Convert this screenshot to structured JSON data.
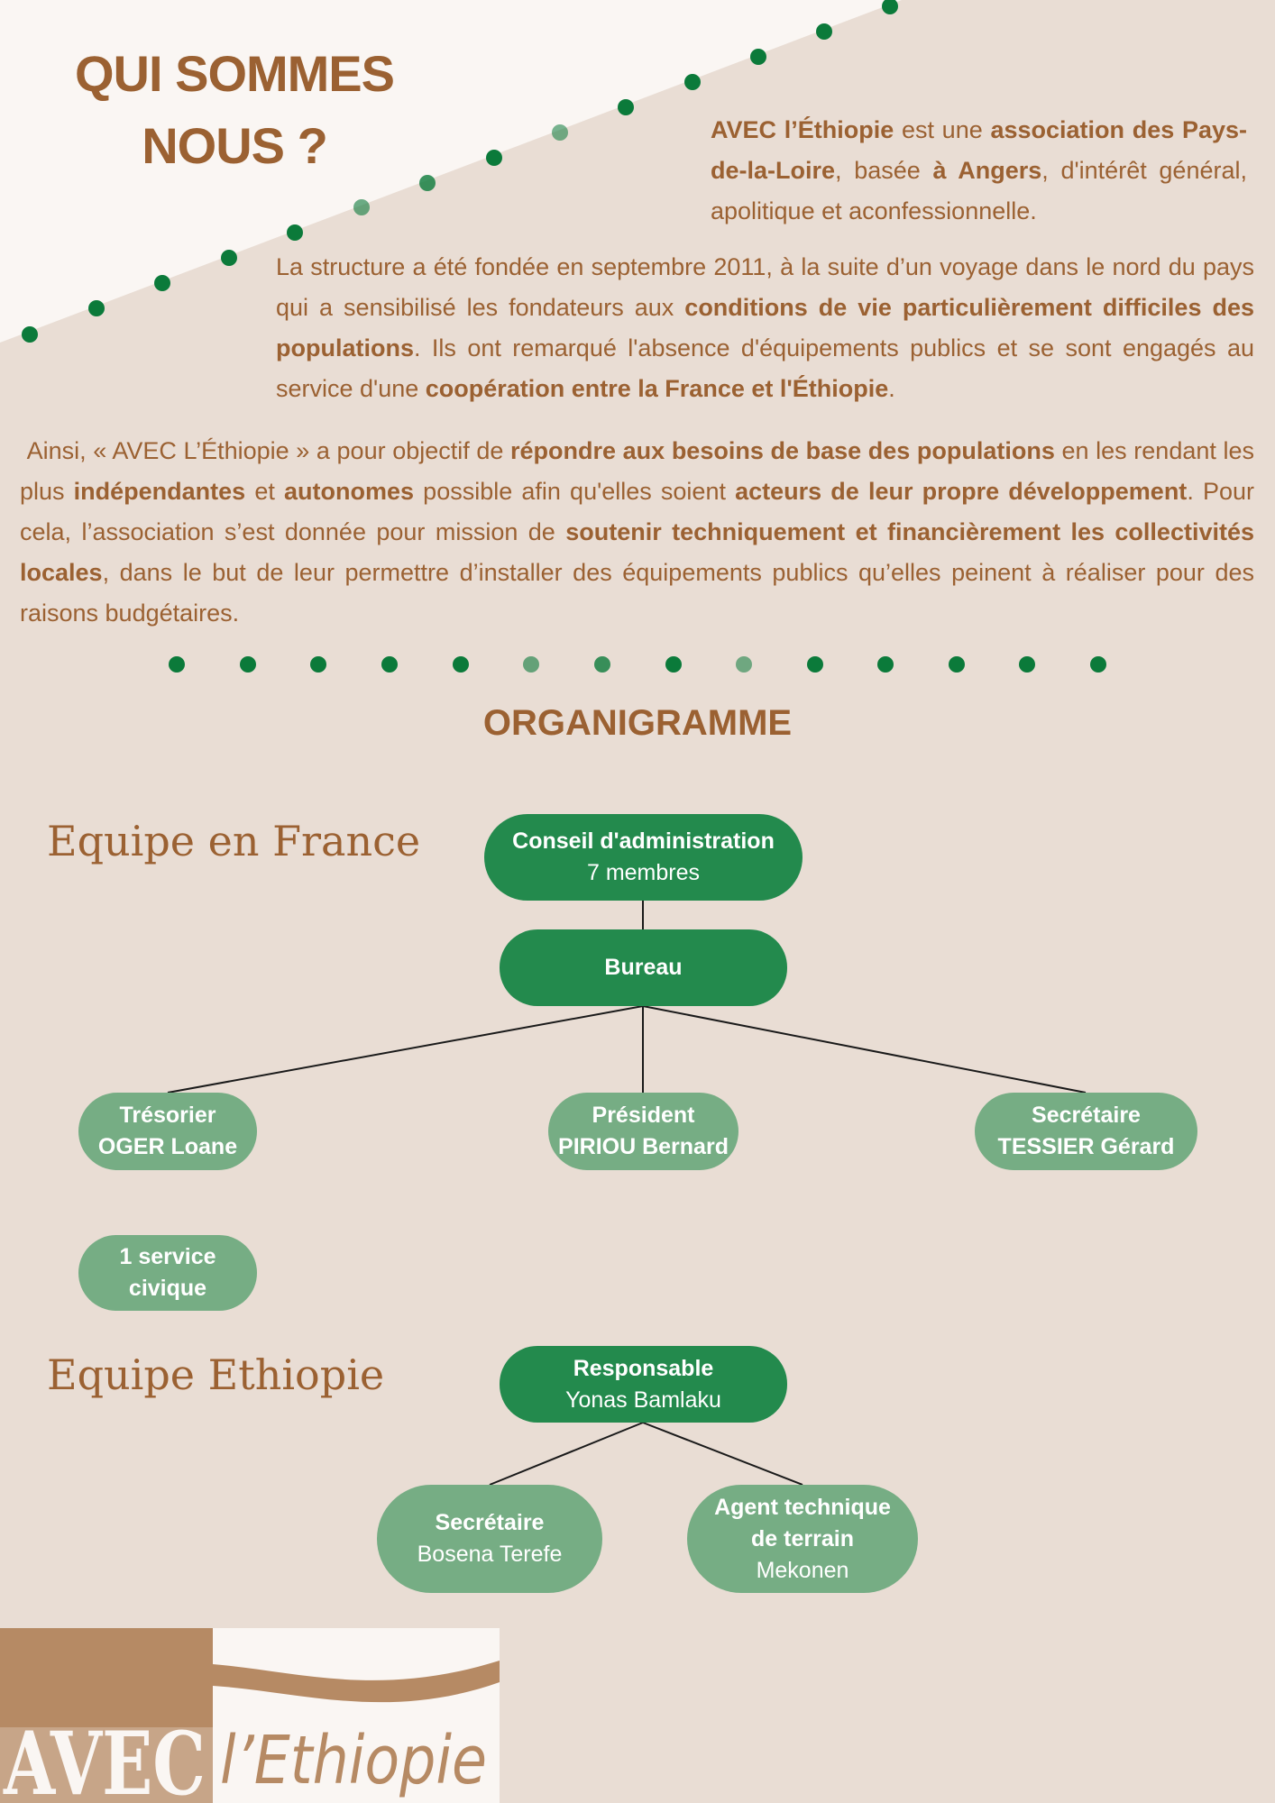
{
  "colors": {
    "background": "#e9ddd4",
    "corner": "#faf6f3",
    "brand_brown": "#9b6132",
    "dark_green": "#238a4d",
    "light_green": "#76ad84",
    "dot_green": "#0b7a3a",
    "logo_brown": "#b68a64"
  },
  "header": {
    "title_line1": "QUI SOMMES",
    "title_line2": "NOUS ?"
  },
  "intro": {
    "s1": "AVEC l’Éthiopie",
    "s2": " est une ",
    "s3": "association des Pays-de-la-Loire",
    "s4": ", basée ",
    "s5": "à Angers",
    "s6": ", d'intérêt général, apolitique et aconfessionnelle."
  },
  "history": {
    "s1": "La structure a été fondée en septembre 2011, à la suite d’un voyage dans le nord du pays qui a sensibilisé les fondateurs aux ",
    "s2": "conditions de vie particulièrement difficiles des populations",
    "s3": ". Ils ont remarqué l'absence d'équipements publics et se sont engagés au service d'une ",
    "s4": "coopération entre la France et l'Éthiopie",
    "s5": "."
  },
  "mission": {
    "s1": "Ainsi, « AVEC L’Éthiopie » a pour objectif de ",
    "s2": "répondre aux besoins de base des populations",
    "s3": " en les rendant les plus ",
    "s4": "indépendantes",
    "s5": " et ",
    "s6": "autonomes",
    "s7": " possible afin qu'elles soient ",
    "s8": "acteurs de leur propre développement",
    "s9": ". Pour cela, l’association s’est donnée pour mission de ",
    "s10": "soutenir techniquement et financièrement les collectivités locales",
    "s11": ", dans le but de leur permettre d’installer des équipements publics qu’elles peinent à réaliser pour des raisons budgétaires."
  },
  "org": {
    "title": "ORGANIGRAMME",
    "france_label": "Equipe en France",
    "ethiopia_label": "Equipe Ethiopie",
    "conseil": {
      "title": "Conseil d'administration",
      "detail": "7 membres"
    },
    "bureau": {
      "title": "Bureau"
    },
    "tresorier": {
      "title": "Trésorier",
      "name": "OGER Loane"
    },
    "president": {
      "title": "Président",
      "name": "PIRIOU Bernard"
    },
    "secretaire_fr": {
      "title": "Secrétaire",
      "name": "TESSIER Gérard"
    },
    "service": {
      "line1": "1 service",
      "line2": "civique"
    },
    "responsable": {
      "title": "Responsable",
      "name": "Yonas Bamlaku"
    },
    "secretaire_et": {
      "title": "Secrétaire",
      "name": "Bosena Terefe"
    },
    "agent": {
      "line1": "Agent technique",
      "line2": "de terrain",
      "name": "Mekonen"
    }
  },
  "logo": {
    "word1": "AVEC",
    "word2": "l’Ethiopie"
  }
}
